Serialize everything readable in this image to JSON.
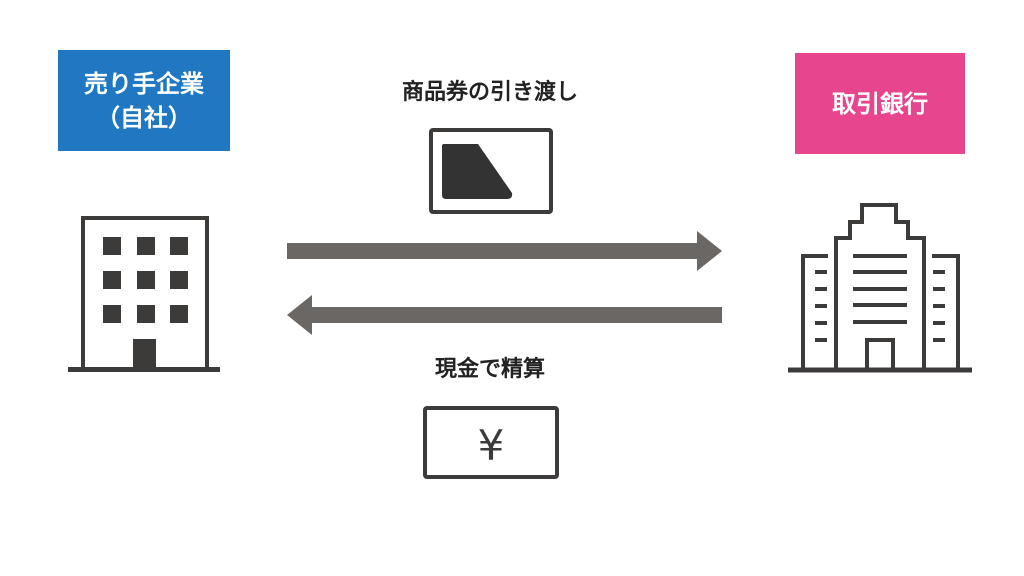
{
  "seller": {
    "line1": "売り手企業",
    "line2": "（自社）",
    "color": "#1f78c1"
  },
  "bank": {
    "label": "取引銀行",
    "color": "#e8458f"
  },
  "flows": {
    "voucher_label": "商品券の引き渡し",
    "cash_label": "現金で精算",
    "yen_symbol": "¥"
  },
  "colors": {
    "arrow": "#6b6764",
    "icon": "#3d3a3a"
  }
}
